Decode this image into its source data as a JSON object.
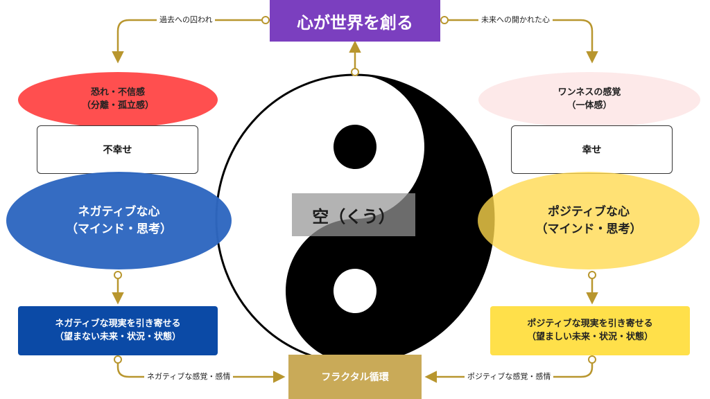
{
  "center": {
    "title": "心が世界を創る",
    "void_label": "空（くう）",
    "bottom_box": "フラクタル循環"
  },
  "left": {
    "emotion": "恐れ・不信感\n（分離・孤立感）",
    "state": "不幸せ",
    "mind": "ネガティブな心\n（マインド・思考）",
    "reality": "ネガティブな現実を引き寄せる\n（望まない未来・状況・状態）"
  },
  "right": {
    "emotion": "ワンネスの感覚\n（一体感）",
    "state": "幸せ",
    "mind": "ポジティブな心\n（マインド・思考）",
    "reality": "ポジティブな現実を引き寄せる\n（望ましい未来・状況・状態）"
  },
  "arrows": {
    "top_left": "過去への囚われ",
    "top_right": "未来への開かれた心",
    "bottom_left": "ネガティブな感覚・感情",
    "bottom_right": "ポジティブな感覚・感情"
  },
  "colors": {
    "title_bg": "#7b3fbf",
    "bottom_box_bg": "#c9aa58",
    "connector": "#b8962e",
    "fear": "#ff4f4f",
    "oneness": "#fde9e9",
    "negative_mind": "#2e67c0",
    "positive_mind": "#ffd84d",
    "negative_reality": "#0b4aa6",
    "positive_reality": "#ffe04a"
  }
}
